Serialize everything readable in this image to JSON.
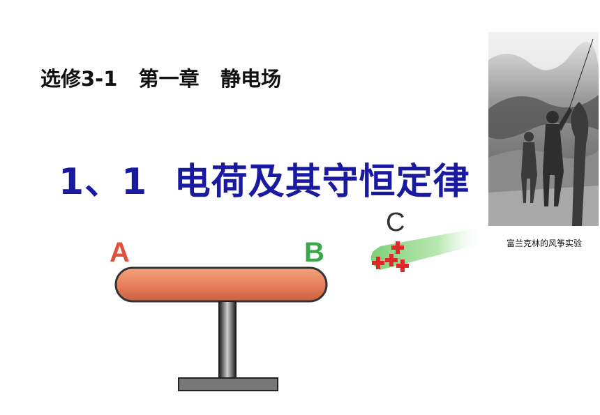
{
  "slide": {
    "subtitle": "选修3-1   第一章   静电场",
    "title": "1、1  电荷及其守恒定律"
  },
  "diagram": {
    "label_a": "A",
    "label_b": "B",
    "label_c": "C",
    "charge_symbol": "+",
    "conductor_color": "#e57e5a",
    "rod_color": "#8fd68a",
    "charge_color": "#e0282a"
  },
  "photo": {
    "caption": "富兰克林的风筝实验"
  }
}
